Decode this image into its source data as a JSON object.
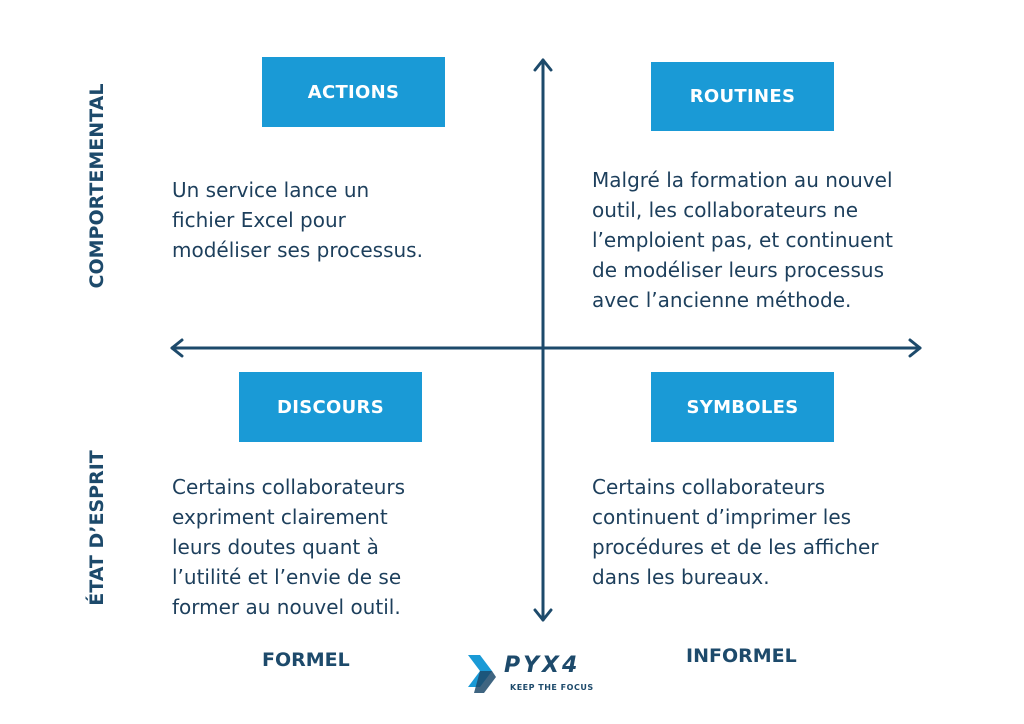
{
  "colors": {
    "accent": "#1a9ad6",
    "axis": "#1d4a6b",
    "text": "#1d3f5c"
  },
  "axes": {
    "top": "COMPORTEMENTAL",
    "bottom": "ÉTAT D’ESPRIT",
    "left": "FORMEL",
    "right": "INFORMEL"
  },
  "quadrants": {
    "top_left": {
      "title": "ACTIONS",
      "lines": [
        "Un service lance un",
        "fichier Excel pour",
        "modéliser ses processus."
      ]
    },
    "top_right": {
      "title": "ROUTINES",
      "lines": [
        "Malgré la formation au nouvel",
        "outil, les collaborateurs ne",
        "l’emploient pas, et continuent",
        "de modéliser leurs processus",
        "avec l’ancienne méthode."
      ]
    },
    "bottom_left": {
      "title": "DISCOURS",
      "lines": [
        "Certains collaborateurs",
        "expriment clairement",
        "leurs doutes quant à",
        "l’utilité et l’envie de se",
        "former au nouvel outil."
      ]
    },
    "bottom_right": {
      "title": "SYMBOLES",
      "lines": [
        "Certains collaborateurs",
        "continuent d’imprimer les",
        "procédures et de les afficher",
        "dans les bureaux."
      ]
    }
  },
  "logo": {
    "name": "PYX4",
    "tagline": "KEEP THE FOCUS",
    "icon": "pyx4-chevron-icon"
  }
}
